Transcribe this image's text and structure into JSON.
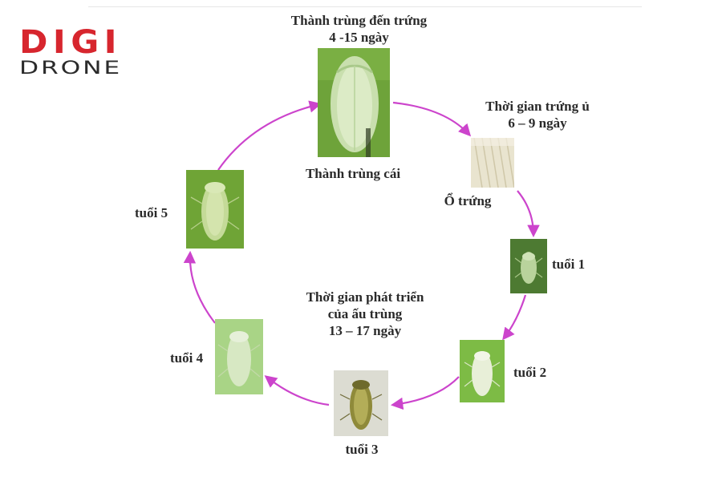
{
  "logo": {
    "line1": "DIGI",
    "line2": "DRONE",
    "accent_color": "#d7262e",
    "text_color": "#2b2b2b"
  },
  "diagram": {
    "arrow_color": "#cc44cc",
    "adult_to_egg": {
      "line1": "Thành trùng đến trứng",
      "line2": "4 -15 ngày"
    },
    "adult_label": "Thành trùng cái",
    "egg_time": {
      "line1": "Thời gian trứng ủ",
      "line2": "6 – 9 ngày"
    },
    "egg_label": "Ổ trứng",
    "instars": {
      "tuoi1": "tuổi 1",
      "tuoi2": "tuổi 2",
      "tuoi3": "tuổi 3",
      "tuoi4": "tuổi 4",
      "tuoi5": "tuổi 5"
    },
    "nymph_time": {
      "line1": "Thời gian phát triển",
      "line2": "của ấu trùng",
      "line3": "13 – 17 ngày"
    }
  }
}
